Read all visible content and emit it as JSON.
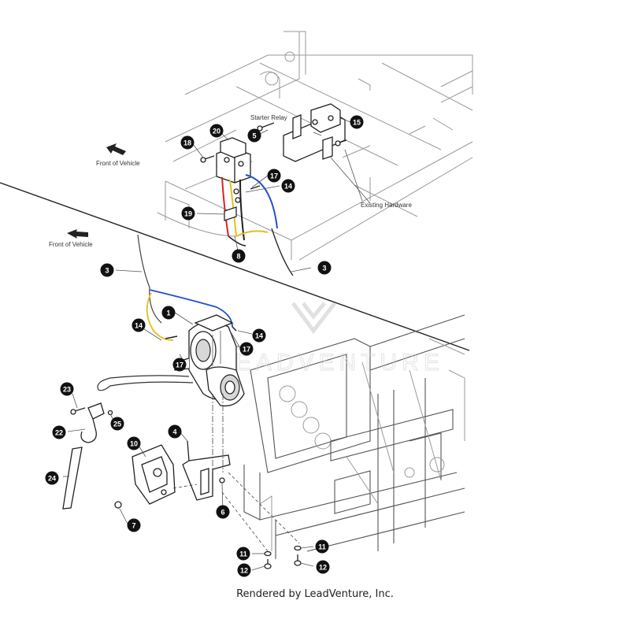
{
  "labels": {
    "front_top": "Front of Vehicle",
    "front_bottom": "Front of Vehicle",
    "starter_relay": "Starter Relay",
    "existing_hardware": "Existing Hardware"
  },
  "watermark_text": "LEADVENTURE",
  "caption": "Rendered by LeadVenture, Inc.",
  "callouts": [
    {
      "id": "c20",
      "num": "20"
    },
    {
      "id": "c18",
      "num": "18"
    },
    {
      "id": "c5",
      "num": "5"
    },
    {
      "id": "c15",
      "num": "15"
    },
    {
      "id": "c17a",
      "num": "17"
    },
    {
      "id": "c14a",
      "num": "14"
    },
    {
      "id": "c19",
      "num": "19"
    },
    {
      "id": "c8",
      "num": "8"
    },
    {
      "id": "c3a",
      "num": "3"
    },
    {
      "id": "c3b",
      "num": "3"
    },
    {
      "id": "c1",
      "num": "1"
    },
    {
      "id": "c14b",
      "num": "14"
    },
    {
      "id": "c14c",
      "num": "14"
    },
    {
      "id": "c17b",
      "num": "17"
    },
    {
      "id": "c17c",
      "num": "17"
    },
    {
      "id": "c23",
      "num": "23"
    },
    {
      "id": "c25",
      "num": "25"
    },
    {
      "id": "c22",
      "num": "22"
    },
    {
      "id": "c24",
      "num": "24"
    },
    {
      "id": "c10",
      "num": "10"
    },
    {
      "id": "c4",
      "num": "4"
    },
    {
      "id": "c6",
      "num": "6"
    },
    {
      "id": "c7",
      "num": "7"
    },
    {
      "id": "c11a",
      "num": "11"
    },
    {
      "id": "c11b",
      "num": "11"
    },
    {
      "id": "c12a",
      "num": "12"
    },
    {
      "id": "c12b",
      "num": "12"
    }
  ]
}
